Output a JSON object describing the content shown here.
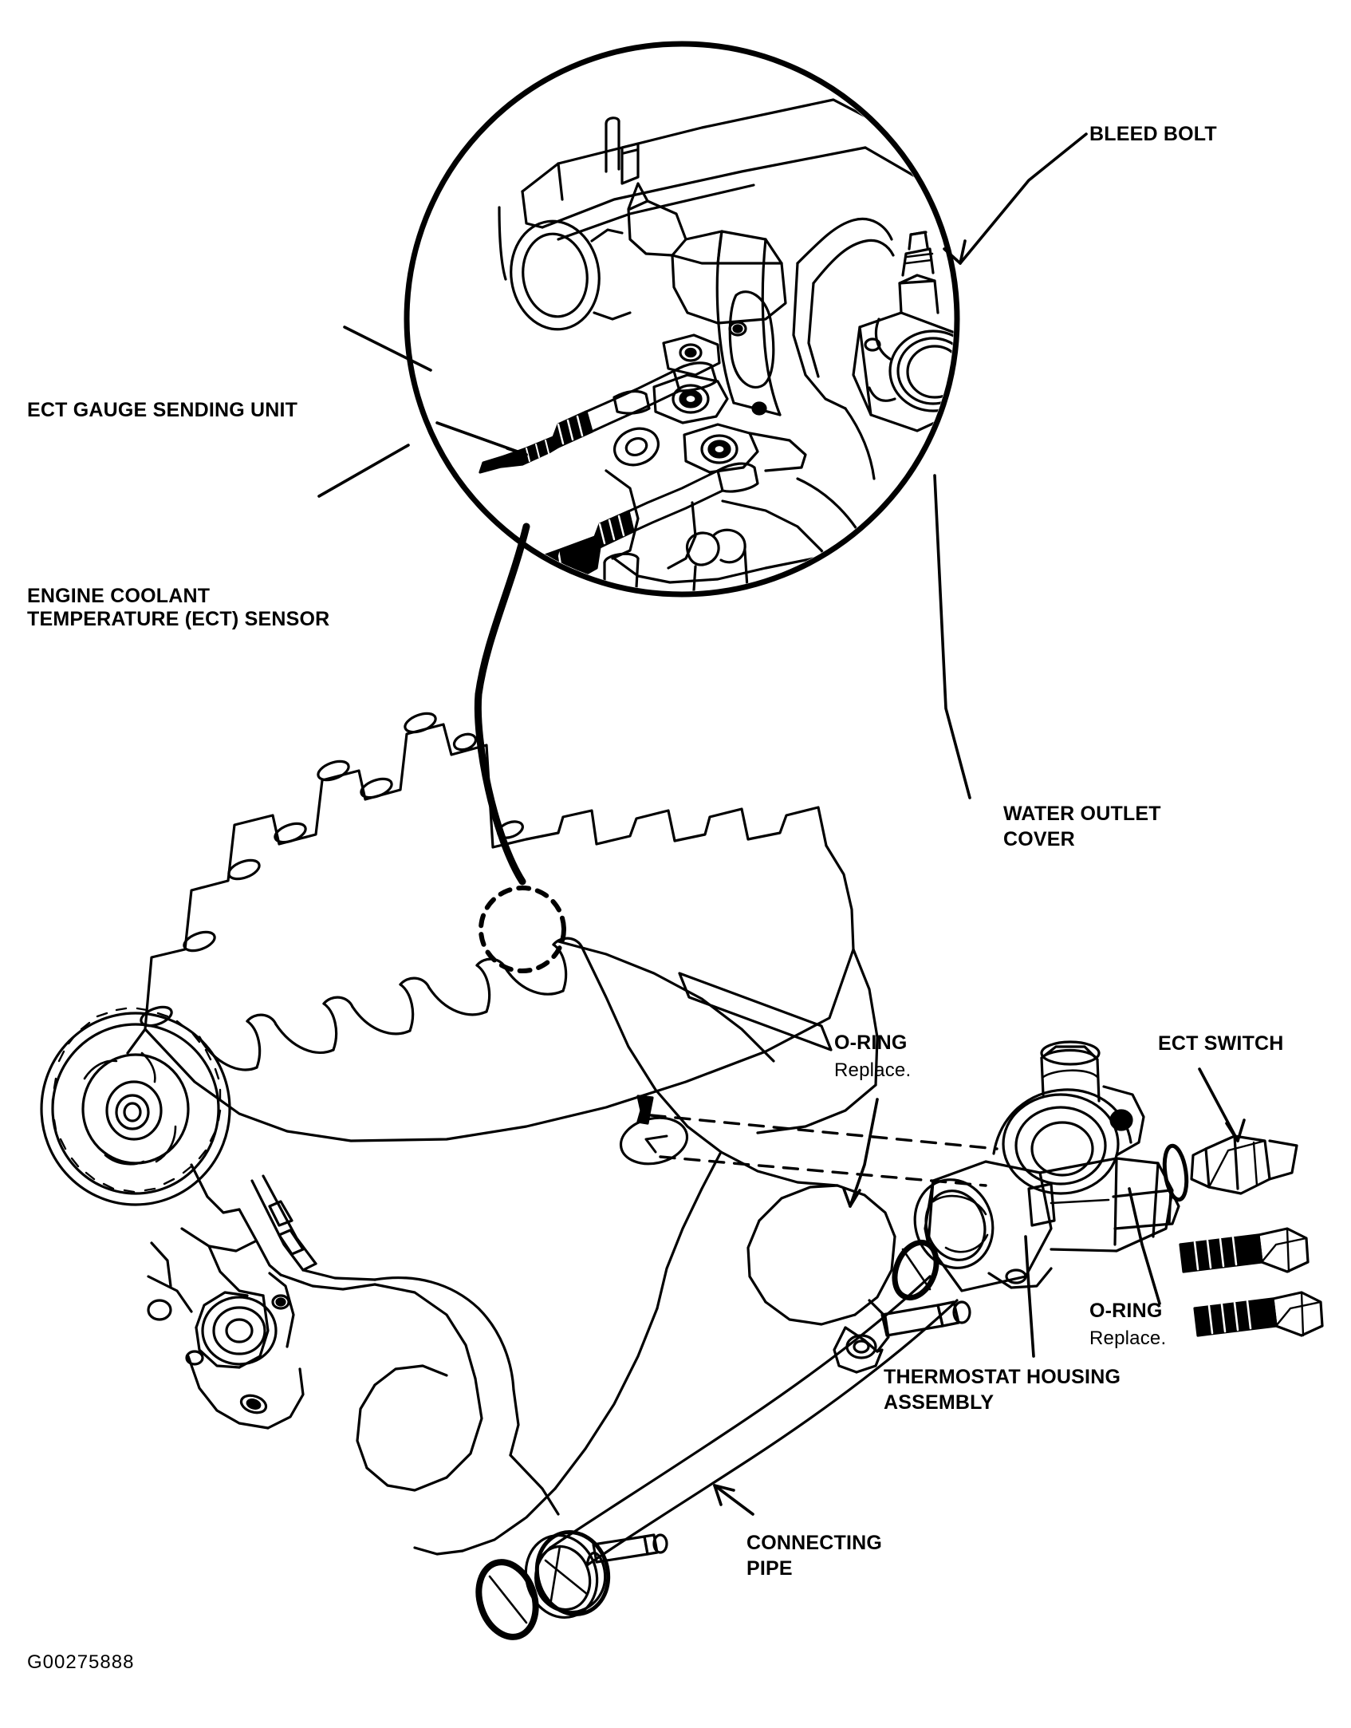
{
  "figure": {
    "code": "G00275888",
    "type": "exploded-service-diagram",
    "subject": "Engine coolant temperature sensors, thermostat housing and connecting pipe"
  },
  "labels": {
    "bleed_bolt": "BLEED BOLT",
    "ect_gauge_sending_unit": "ECT GAUGE SENDING UNIT",
    "engine_coolant_sensor_line1": "ENGINE COOLANT",
    "engine_coolant_sensor_line2": "TEMPERATURE (ECT) SENSOR",
    "water_outlet_cover_line1": "WATER OUTLET",
    "water_outlet_cover_line2": "COVER",
    "o_ring_upper": "O-RING",
    "o_ring_upper_note": "Replace.",
    "ect_switch": "ECT SWITCH",
    "o_ring_lower": "O-RING",
    "o_ring_lower_note": "Replace.",
    "thermostat_housing_line1": "THERMOSTAT HOUSING",
    "thermostat_housing_line2": "ASSEMBLY",
    "connecting_pipe_line1": "CONNECTING",
    "connecting_pipe_line2": "PIPE"
  },
  "colors": {
    "ink": "#000000",
    "paper": "#ffffff"
  }
}
